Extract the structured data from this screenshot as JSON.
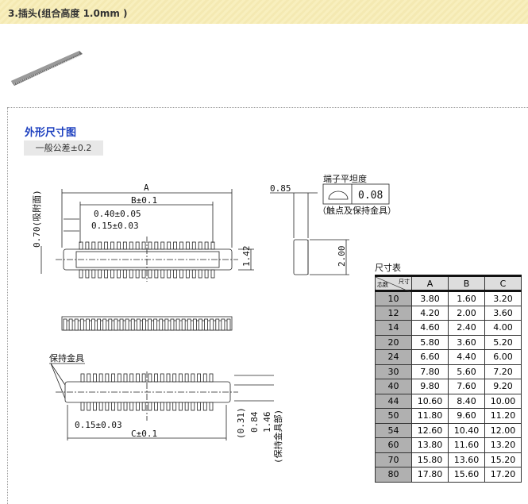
{
  "header": {
    "title": "3.插头(组合高度 1.0mm )"
  },
  "section": {
    "title": "外形尺寸图",
    "tolerance": "一般公差±0.2"
  },
  "drawing": {
    "dim_a": "A",
    "dim_b": "B±0.1",
    "pitch": "0.40±0.05",
    "pin_width": "0.15±0.03",
    "suction": "0.70(吸附面)",
    "h142": "1.42",
    "side_085": "0.85",
    "side_200": "2.00",
    "flatness_label": "端子平坦度",
    "flatness_value": "0.08",
    "flatness_note": "（触点及保持金具）",
    "holder_label": "保持金具",
    "bottom_width": "0.15±0.03",
    "dim_c": "C±0.1",
    "d031": "(0.31)",
    "d084": "0.84",
    "d146": "1.46",
    "holder_part": "(保持金具部)"
  },
  "table": {
    "caption": "尺寸表",
    "corner_top": "尺寸",
    "corner_bottom": "芯数",
    "columns": [
      "A",
      "B",
      "C"
    ],
    "rows": [
      [
        "10",
        "3.80",
        "1.60",
        "3.20"
      ],
      [
        "12",
        "4.20",
        "2.00",
        "3.60"
      ],
      [
        "14",
        "4.60",
        "2.40",
        "4.00"
      ],
      [
        "20",
        "5.80",
        "3.60",
        "5.20"
      ],
      [
        "24",
        "6.60",
        "4.40",
        "6.00"
      ],
      [
        "30",
        "7.80",
        "5.60",
        "7.20"
      ],
      [
        "40",
        "9.80",
        "7.60",
        "9.20"
      ],
      [
        "44",
        "10.60",
        "8.40",
        "10.00"
      ],
      [
        "50",
        "11.80",
        "9.60",
        "11.20"
      ],
      [
        "54",
        "12.60",
        "10.40",
        "12.00"
      ],
      [
        "60",
        "13.80",
        "11.60",
        "13.20"
      ],
      [
        "70",
        "15.80",
        "13.60",
        "15.20"
      ],
      [
        "80",
        "17.80",
        "15.60",
        "17.20"
      ]
    ]
  }
}
